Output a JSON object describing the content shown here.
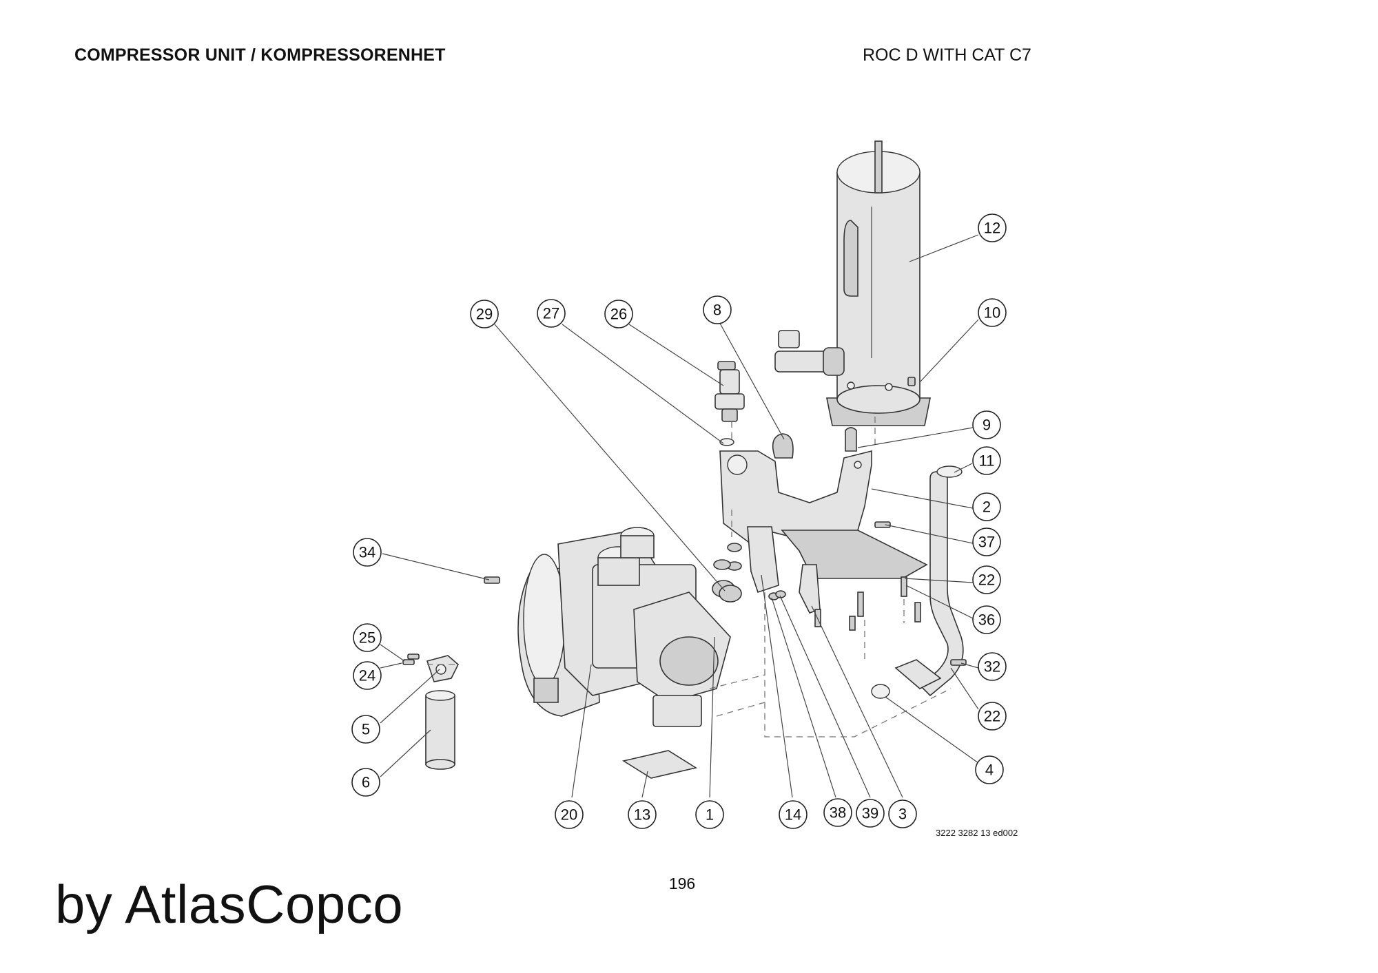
{
  "header": {
    "title": "COMPRESSOR UNIT / KOMPRESSORENHET",
    "model": "ROC D WITH CAT C7"
  },
  "callouts": {
    "c12": "12",
    "c10": "10",
    "c9": "9",
    "c11": "11",
    "c2": "2",
    "c37": "37",
    "c22a": "22",
    "c36": "36",
    "c32": "32",
    "c22b": "22",
    "c4": "4",
    "c29": "29",
    "c27": "27",
    "c26": "26",
    "c8": "8",
    "c34": "34",
    "c25": "25",
    "c24": "24",
    "c5": "5",
    "c6": "6",
    "c20": "20",
    "c13": "13",
    "c1": "1",
    "c14": "14",
    "c38": "38",
    "c39": "39",
    "c3": "3"
  },
  "drawing_number": "3222 3282 13 ed002",
  "page_number": "196",
  "brand": "by AtlasCopco"
}
